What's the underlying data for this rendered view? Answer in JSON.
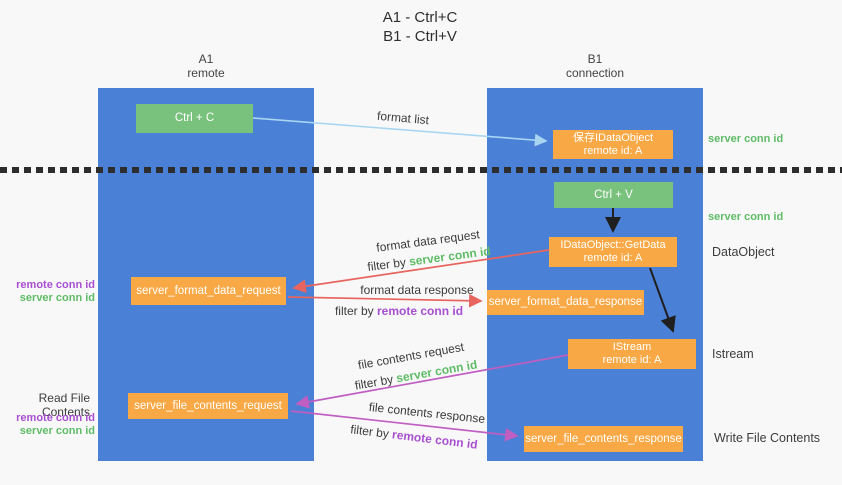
{
  "title": {
    "line1": "A1 - Ctrl+C",
    "line2": "B1 - Ctrl+V"
  },
  "lifelines": {
    "left": {
      "id": "A1",
      "role": "remote"
    },
    "right": {
      "id": "B1",
      "role": "connection"
    }
  },
  "boxes": {
    "ctrl_c": {
      "label": "Ctrl + C"
    },
    "save_idataobject": {
      "line1": "保存IDataObject",
      "line2": "remote id: A"
    },
    "ctrl_v": {
      "label": "Ctrl + V"
    },
    "getdata": {
      "line1": "IDataObject::GetData",
      "line2": "remote id: A"
    },
    "format_request": {
      "label": "server_format_data_request"
    },
    "format_response": {
      "label": "server_format_data_response"
    },
    "istream": {
      "line1": "IStream",
      "line2": "remote id: A"
    },
    "file_request": {
      "label": "server_file_contents_request"
    },
    "file_response": {
      "label": "server_file_contents_response"
    }
  },
  "flow_labels": {
    "format_list": "format list",
    "format_data_request": "format data request",
    "format_data_response": "format data response",
    "file_contents_request": "file contents request",
    "file_contents_response": "file contents response",
    "filter_by": "filter by",
    "server_conn_id": "server conn id",
    "remote_conn_id": "remote conn id"
  },
  "side_labels": {
    "right_server_conn_id_top": "server conn id",
    "right_server_conn_id_mid": "server conn id",
    "data_object": "DataObject",
    "istream": "Istream",
    "write_file_contents": "Write File Contents",
    "left_remote_conn_id_top": "remote conn id",
    "left_server_conn_id_top": "server conn id",
    "read_file_contents": "Read File Contents",
    "left_remote_conn_id_bottom": "remote conn id",
    "left_server_conn_id_bottom": "server conn id"
  },
  "colors": {
    "lifeline_blue": "#4a80d5",
    "action_green": "#79c27d",
    "message_orange": "#f8a845",
    "arrow_light_blue": "#a8d6f2",
    "arrow_red": "#e8655f",
    "arrow_magenta": "#c05ec2",
    "arrow_black": "#1f1f1f",
    "conn_id_green": "#5fbc66",
    "conn_id_purple": "#a84fd0"
  }
}
